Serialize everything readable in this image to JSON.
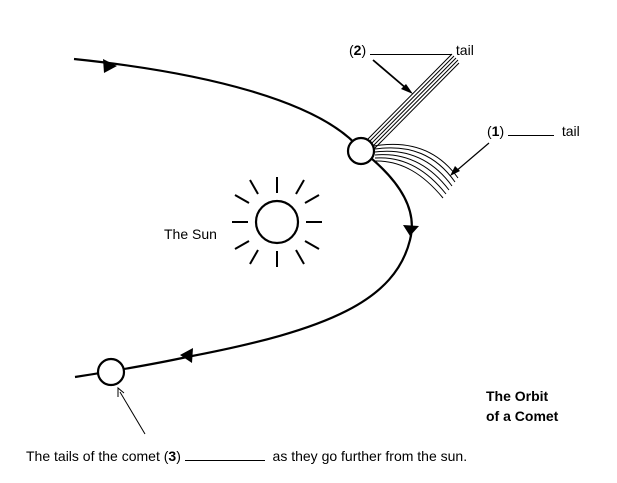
{
  "labels": {
    "sun": "The Sun",
    "ion_tail_number": "2",
    "ion_tail_word": "tail",
    "dust_tail_number": "1",
    "dust_tail_word": "tail",
    "title_line1": "The Orbit",
    "title_line2": "of a Comet",
    "question_prefix": "The tails of the comet",
    "question_number": "3",
    "question_suffix": "as they go further from the sun."
  },
  "colors": {
    "ink": "#000000",
    "background": "#ffffff"
  }
}
